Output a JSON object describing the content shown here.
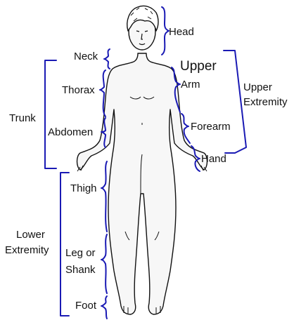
{
  "colors": {
    "bracket": "#1a1ab4",
    "outline": "#111111",
    "skin": "#f7f7f7",
    "text": "#111111"
  },
  "labels": {
    "head": "Head",
    "neck": "Neck",
    "thorax": "Thorax",
    "abdomen": "Abdomen",
    "trunk": "Trunk",
    "upper": "Upper",
    "arm": "Arm",
    "forearm": "Forearm",
    "hand": "Hand",
    "upper_extremity_line1": "Upper",
    "upper_extremity_line2": "Extremity",
    "thigh": "Thigh",
    "lower_extremity_line1": "Lower",
    "lower_extremity_line2": "Extremity",
    "leg_line1": "Leg or",
    "leg_line2": "Shank",
    "foot": "Foot"
  }
}
